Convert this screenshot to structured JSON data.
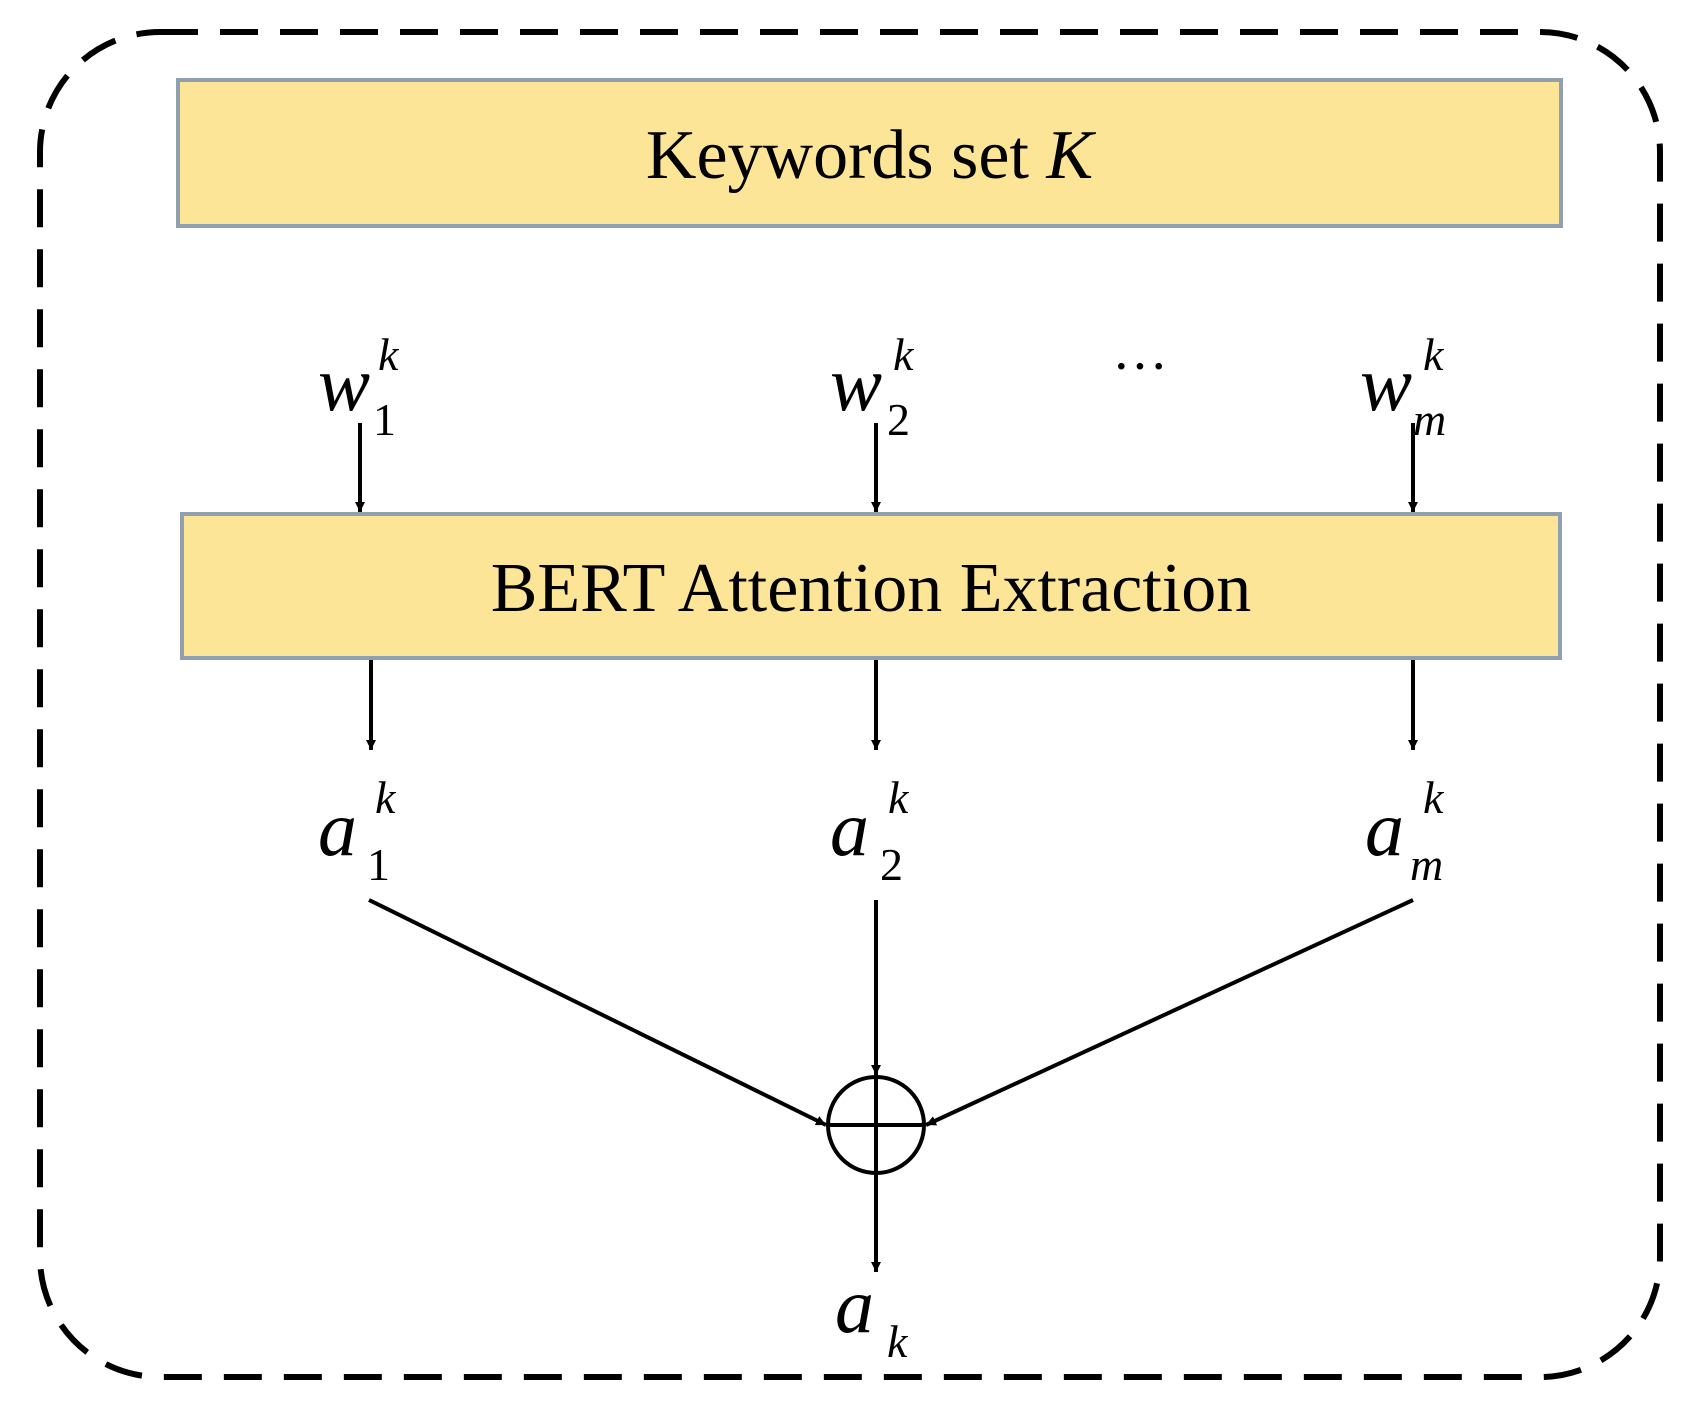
{
  "diagram": {
    "box_keywords": {
      "label_prefix": "Keywords set ",
      "label_italic": "K"
    },
    "box_bert": {
      "label": "BERT Attention Extraction"
    },
    "inputs": [
      {
        "main": "w",
        "sup": "k",
        "sub": "1",
        "sub_italic": false
      },
      {
        "main": "w",
        "sup": "k",
        "sub": "2",
        "sub_italic": false
      },
      {
        "main": "w",
        "sup": "k",
        "sub": "m",
        "sub_italic": true
      }
    ],
    "ellipsis": "···",
    "outputs": [
      {
        "main": "a",
        "sup": "k",
        "sub": "1",
        "sub_italic": false
      },
      {
        "main": "a",
        "sup": "k",
        "sub": "2",
        "sub_italic": false
      },
      {
        "main": "a",
        "sup": "k",
        "sub": "m",
        "sub_italic": true
      }
    ],
    "aggregation_symbol": "circled-plus",
    "result": {
      "main": "a",
      "sub": "k"
    },
    "colors": {
      "box_fill": "#FDE598",
      "box_stroke": "#8FA0B0",
      "line": "#000000",
      "frame": "#000000"
    }
  }
}
